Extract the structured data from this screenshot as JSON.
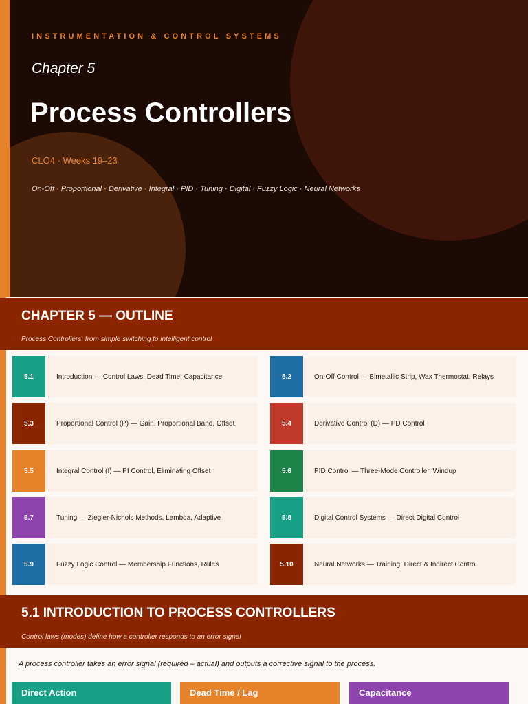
{
  "hero": {
    "kicker": "INSTRUMENTATION & CONTROL SYSTEMS",
    "chapter": "Chapter 5",
    "title": "Process Controllers",
    "meta": "CLO4  ·  Weeks 19–23",
    "topics": "On-Off · Proportional · Derivative · Integral · PID · Tuning · Digital · Fuzzy Logic · Neural Networks"
  },
  "outline": {
    "title": "CHAPTER 5 — OUTLINE",
    "subtitle": "Process Controllers: from simple switching to intelligent control",
    "items": [
      {
        "num": "5.1",
        "text": "Introduction — Control Laws, Dead Time, Capacitance",
        "color": "#17a085"
      },
      {
        "num": "5.2",
        "text": "On-Off Control — Bimetallic Strip, Wax Thermostat, Relays",
        "color": "#1f6fa6"
      },
      {
        "num": "5.3",
        "text": "Proportional Control (P) — Gain, Proportional Band, Offset",
        "color": "#8b2500"
      },
      {
        "num": "5.4",
        "text": "Derivative Control (D) — PD Control",
        "color": "#c0392b"
      },
      {
        "num": "5.5",
        "text": "Integral Control (I) — PI Control, Eliminating Offset",
        "color": "#e6822a"
      },
      {
        "num": "5.6",
        "text": "PID Control — Three-Mode Controller, Windup",
        "color": "#1e8449"
      },
      {
        "num": "5.7",
        "text": "Tuning — Ziegler-Nichols Methods, Lambda, Adaptive",
        "color": "#8e44ad"
      },
      {
        "num": "5.8",
        "text": "Digital Control Systems — Direct Digital Control",
        "color": "#17a085"
      },
      {
        "num": "5.9",
        "text": "Fuzzy Logic Control — Membership Functions, Rules",
        "color": "#1f6fa6"
      },
      {
        "num": "5.10",
        "text": "Neural Networks — Training, Direct & Indirect Control",
        "color": "#8b2500"
      }
    ]
  },
  "intro": {
    "title": "5.1  INTRODUCTION TO PROCESS CONTROLLERS",
    "subtitle": "Control laws (modes) define how a controller responds to an error signal",
    "text": "A process controller takes an error signal (required – actual) and outputs a corrective signal to the process.",
    "concepts": [
      {
        "label": "Direct Action",
        "color": "#17a085"
      },
      {
        "label": "Dead Time / Lag",
        "color": "#e6822a"
      },
      {
        "label": "Capacitance",
        "color": "#8e44ad"
      }
    ]
  }
}
